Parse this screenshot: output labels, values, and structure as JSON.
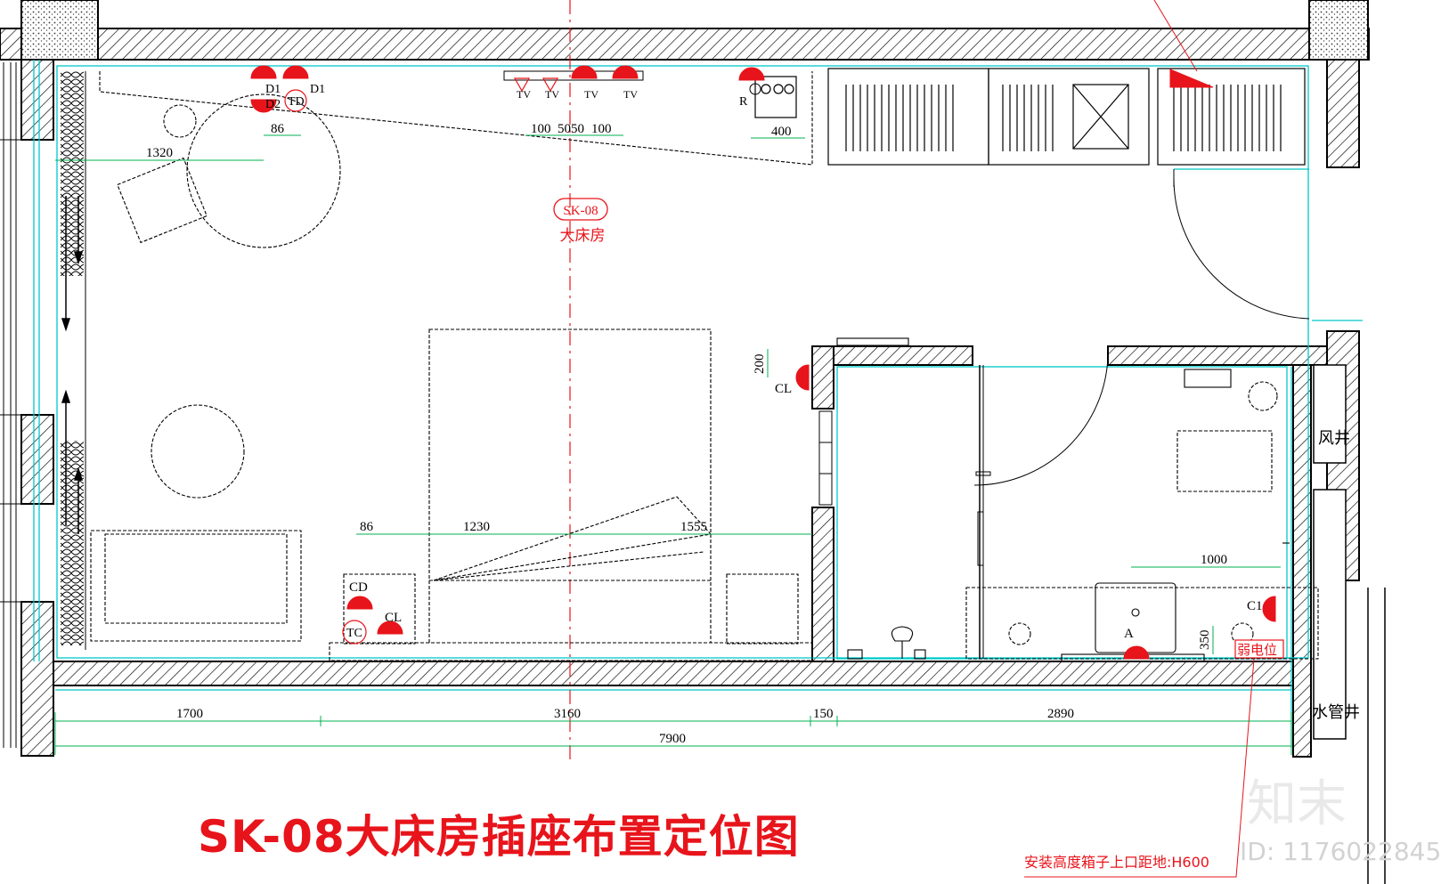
{
  "title": "SK-08大床房插座布置定位图",
  "note": "安装高度箱子上口距地:H600",
  "watermark": {
    "logo": "知末",
    "id": "ID: 1176022845"
  },
  "room_tag": {
    "code": "SK-08",
    "name": "大床房"
  },
  "shaft_labels": {
    "air": "风井",
    "water": "水管井"
  },
  "outlets": {
    "d1a": "D1",
    "d1b": "D1",
    "d2": "D2",
    "td": "TD",
    "tv1": "TV",
    "tv2": "TV",
    "tv3": "TV",
    "tv4": "TV",
    "r": "R",
    "cl1": "CL",
    "cd": "CD",
    "tc": "TC",
    "cl2": "CL",
    "c1": "C1",
    "a": "A"
  },
  "weak_box": "弱电位",
  "dimensions": {
    "d86a": "86",
    "d1320": "1320",
    "d100a": "100",
    "d5050": "5050",
    "d100b": "100",
    "d400": "400",
    "d200": "200",
    "d86b": "86",
    "d1230": "1230",
    "d1555": "1555",
    "d1000": "1000",
    "d350": "350",
    "d1700": "1700",
    "d3160": "3160",
    "d150": "150",
    "d2890": "2890",
    "d7900": "7900"
  },
  "colors": {
    "wall_line": "#000000",
    "accent": "#e8141b",
    "dim": "#00b050",
    "finish": "#00c8c8"
  }
}
